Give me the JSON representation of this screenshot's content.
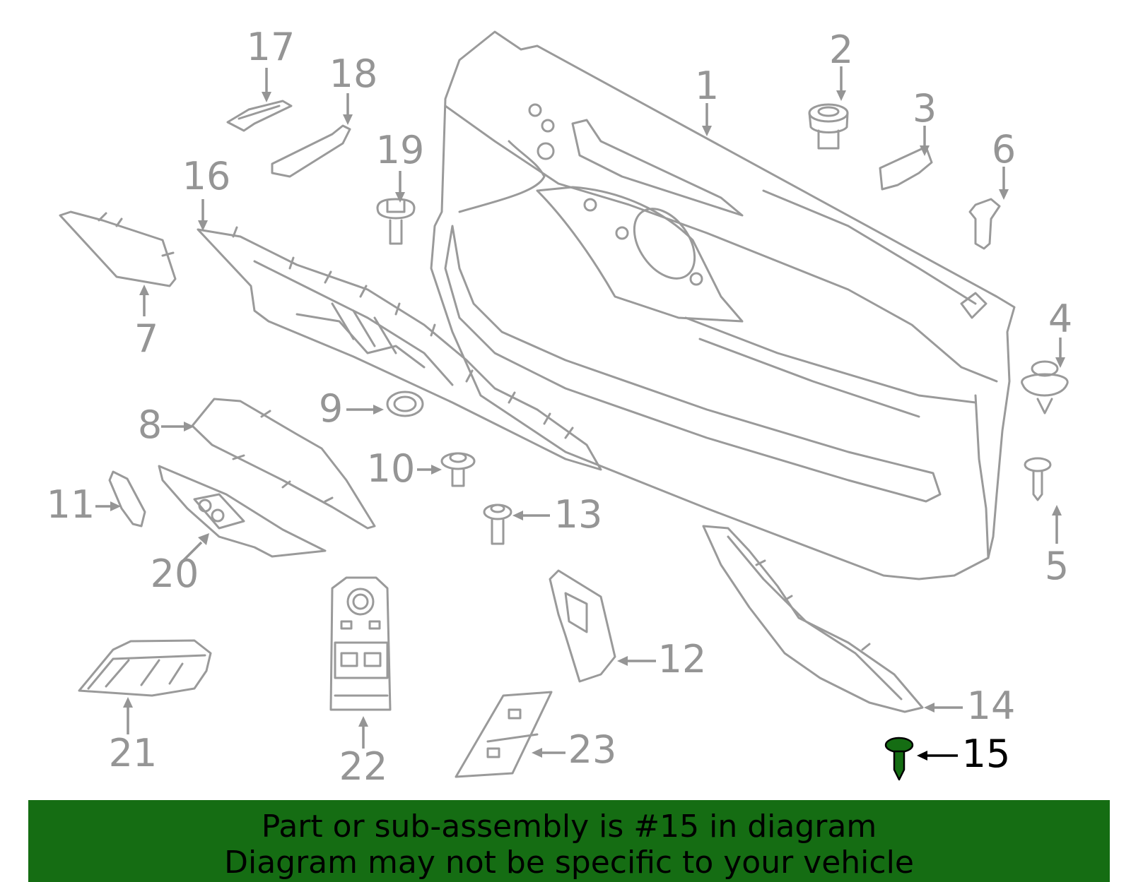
{
  "diagram": {
    "callouts": [
      "1",
      "2",
      "3",
      "4",
      "5",
      "6",
      "7",
      "8",
      "9",
      "10",
      "11",
      "12",
      "13",
      "14",
      "15",
      "16",
      "17",
      "18",
      "19",
      "20",
      "21",
      "22",
      "23"
    ],
    "highlighted_callout": "15",
    "highlight_color": "#156d13",
    "line_color": "#9a9a9a"
  },
  "banner": {
    "line1": "Part or sub-assembly is #15 in diagram",
    "line2": "Diagram may not be specific to your vehicle",
    "background": "#156d13"
  }
}
